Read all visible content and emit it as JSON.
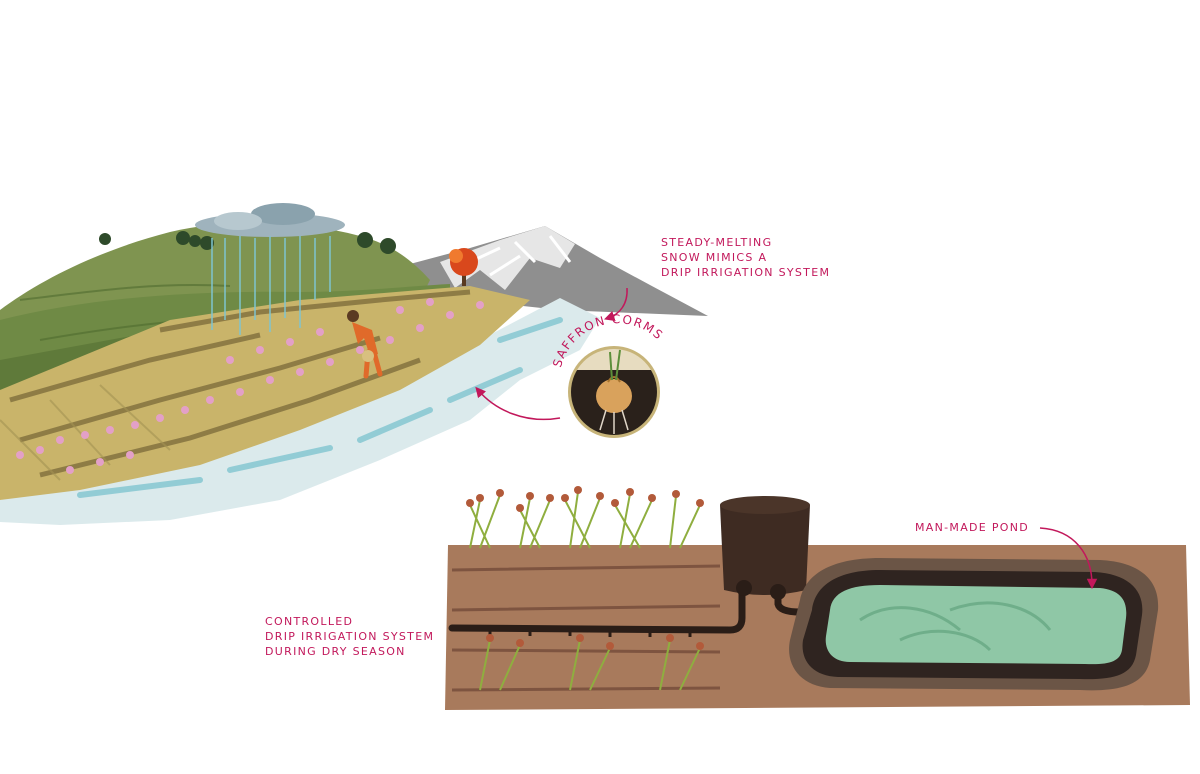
{
  "labels": {
    "snow": [
      "STEADY-MELTING",
      "SNOW MIMICS A",
      "DRIP IRRIGATION SYSTEM"
    ],
    "corms": "SAFFRON CORMS",
    "drip": [
      "CONTROLLED",
      "DRIP IRRIGATION SYSTEM",
      "DURING DRY SEASON"
    ],
    "pond": "MAN-MADE POND"
  },
  "colors": {
    "label": "#c2185b",
    "hill_dark": "#6f8a45",
    "hill_light": "#8c9a55",
    "field": "#c9b46a",
    "furrow": "#7a6a3a",
    "snow": "#dbeaec",
    "water": "#7fc4cf",
    "mountain": "#8f8f8f",
    "soil": "#a87a5c",
    "soil_line": "#7e5440",
    "tank": "#3e2b22",
    "pond": "#8fc7a6",
    "pond_edge": "#2f2420",
    "cloud": "#9fb3bd",
    "tree": "#2e4a2a",
    "autumn_tree": "#d9481c",
    "farmer": "#e06a2a",
    "flower": "#e3a0c7",
    "stem": "#8fae3f"
  },
  "icons": {
    "cloud": "rain-cloud-icon",
    "farmer": "farmer-icon",
    "corm": "saffron-corm-icon",
    "tank": "water-tank-icon"
  }
}
